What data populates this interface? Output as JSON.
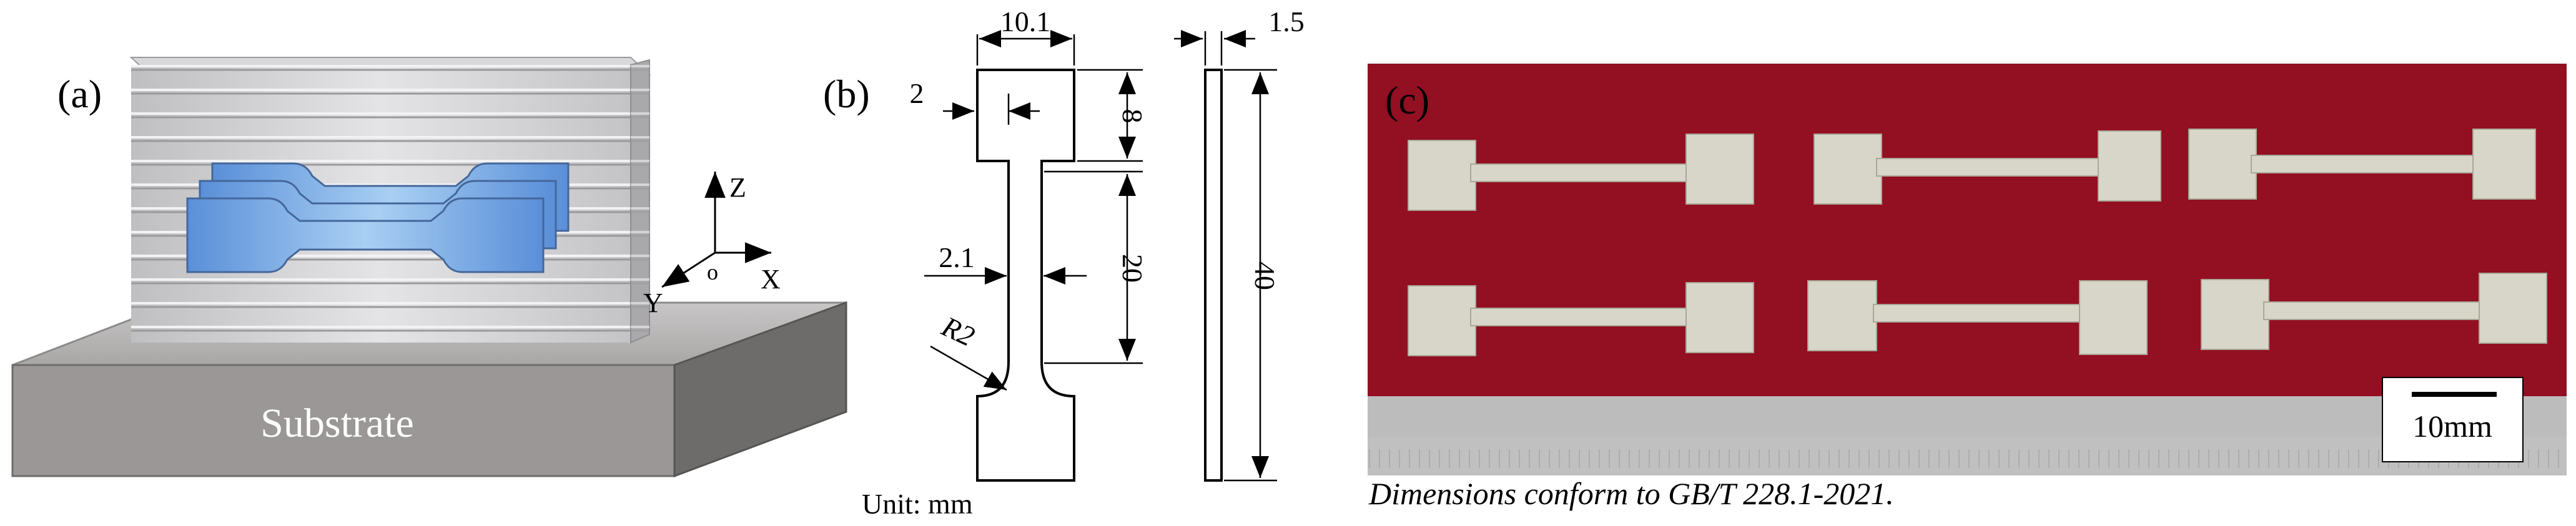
{
  "panel_a": {
    "label": "(a)",
    "substrate_label": "Substrate",
    "axes": {
      "z": "Z",
      "x": "X",
      "y": "Y",
      "origin": "o"
    }
  },
  "panel_b": {
    "label": "(b)",
    "dims": {
      "width_grip": "10.1",
      "grip_offset": "2",
      "grip_length": "8",
      "gauge_width": "2.1",
      "gauge_length": "20",
      "fillet_radius": "R2",
      "thickness": "1.5",
      "total_length": "40"
    },
    "unit_note": "Unit: mm"
  },
  "panel_c": {
    "label": "(c)",
    "scale_bar": "10mm",
    "caption": "Dimensions conform to GB/T 228.1-2021.",
    "colors": {
      "background": "#8a0c1e",
      "specimen": "#d8d6c8",
      "ruler": "#b9b9b9"
    },
    "specimen_count": 6
  }
}
